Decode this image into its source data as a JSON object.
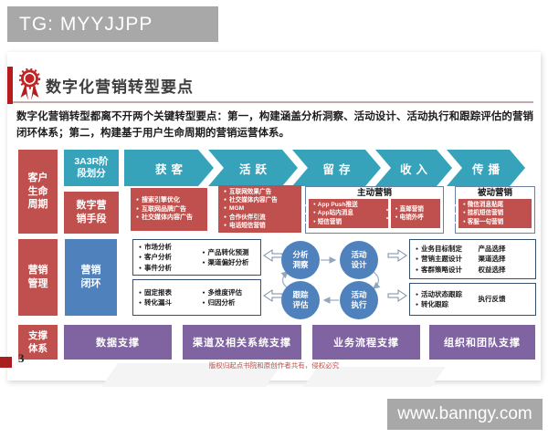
{
  "page": {
    "tg_label": "TG: MYYJJPP",
    "site_watermark": "www.banngy.com",
    "page_number": "3",
    "copyright": "版权归起点书院和原创作者共有，侵权必究"
  },
  "slide": {
    "title": "数字化营销转型要点",
    "intro": "数字化营销转型都离不开两个关键转型要点：第一，构建涵盖分析洞察、活动设计、活动执行和跟踪评估的营销闭环体系；第二，构建基于用户生命周期的营销运营体系。"
  },
  "lifecycle": {
    "row_label": "客户生命周期",
    "stage_box": "3A3R阶段划分",
    "stages": [
      "获客",
      "活跃",
      "留存",
      "收入",
      "传播"
    ]
  },
  "means": {
    "row_label": "数字营销手段",
    "acquire_tactics": [
      "搜索引擎优化",
      "互联网品牌广告",
      "社交媒体内容广告"
    ],
    "active_tactics": [
      "互联网效果广告",
      "社交媒体内容广告",
      "MGM",
      "合作伙伴引流",
      "电话短信营销"
    ],
    "proactive": {
      "title": "主动营销",
      "group1": [
        "App Push推送",
        "App站内消息",
        "短信营销"
      ],
      "group2": [
        "直邮营销",
        "电销外呼"
      ]
    },
    "passive": {
      "title": "被动营销",
      "items": [
        "微信消息贴尾",
        "挂机短信营销",
        "客服一句营销"
      ]
    }
  },
  "management": {
    "row_label": "营销管理",
    "loop_label": "营销闭环",
    "insight_box": {
      "col1": [
        "市场分析",
        "客户分析",
        "事件分析"
      ],
      "col2": [
        "产品转化预测",
        "渠道偏好分析"
      ]
    },
    "evaluate_box": {
      "col1": [
        "固定报表",
        "转化漏斗"
      ],
      "col2": [
        "多维度评估",
        "归因分析"
      ]
    },
    "cycle": [
      "分析洞察",
      "活动设计",
      "跟踪评估",
      "活动执行"
    ],
    "design_box": {
      "col1": [
        "业务目标制定",
        "营销主题设计",
        "客群策略设计"
      ],
      "col2": [
        "产品选择",
        "渠道选择",
        "权益选择"
      ]
    },
    "execute_box": {
      "col1": [
        "活动状态跟踪",
        "转化跟踪"
      ],
      "col2": [
        "执行反馈"
      ]
    }
  },
  "support": {
    "row_label": "支撑体系",
    "items": [
      "数据支撑",
      "渠道及相关系统支撑",
      "业务流程支撑",
      "组织和团队支撑"
    ]
  },
  "colors": {
    "red": "#c0504d",
    "teal": "#36a3ba",
    "blue": "#4f81bd",
    "purple": "#8064a2",
    "watermark_gray": "#a8a8a8",
    "accent_red": "#b71c1c"
  }
}
